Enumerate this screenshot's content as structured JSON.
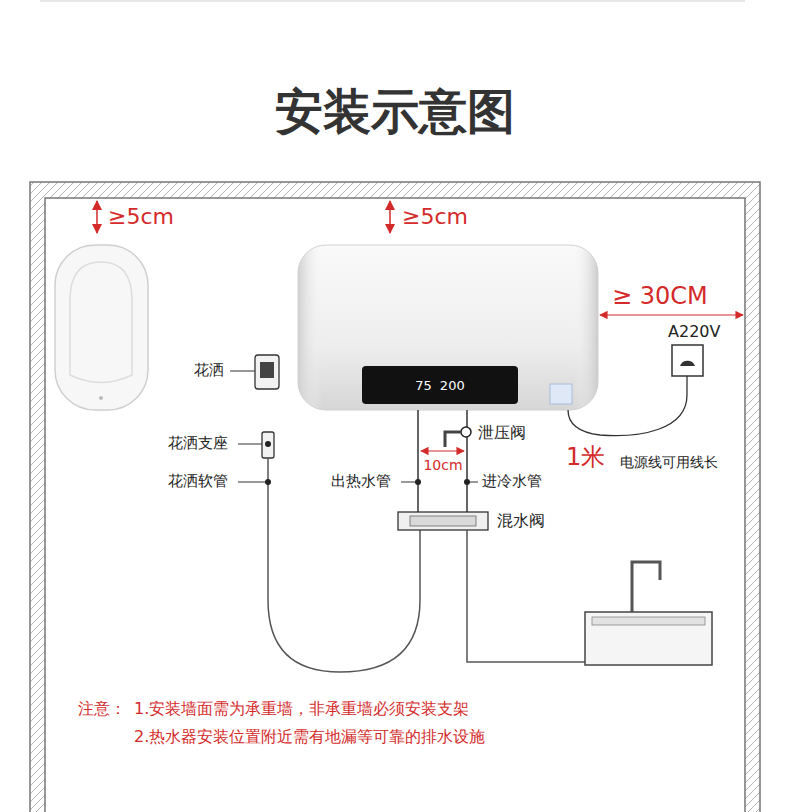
{
  "diagram": {
    "title": "安装示意图",
    "nodes": [
      {
        "text": [
          "75",
          "200"
        ]
      }
    ],
    "labels": [
      "≥5cm",
      "≥5cm",
      "≥ 30CM",
      "A220V",
      "花洒",
      "花洒支座",
      "花洒软管",
      "泄压阀",
      "10cm",
      "1米",
      "电源线可用线长",
      "出热水管",
      "进冷水管",
      "混水阀",
      "注意：",
      "1.安装墙面需为承重墙，非承重墙必须安装支架",
      "2.热水器安装位置附近需有地漏等可靠的排水设施"
    ]
  }
}
